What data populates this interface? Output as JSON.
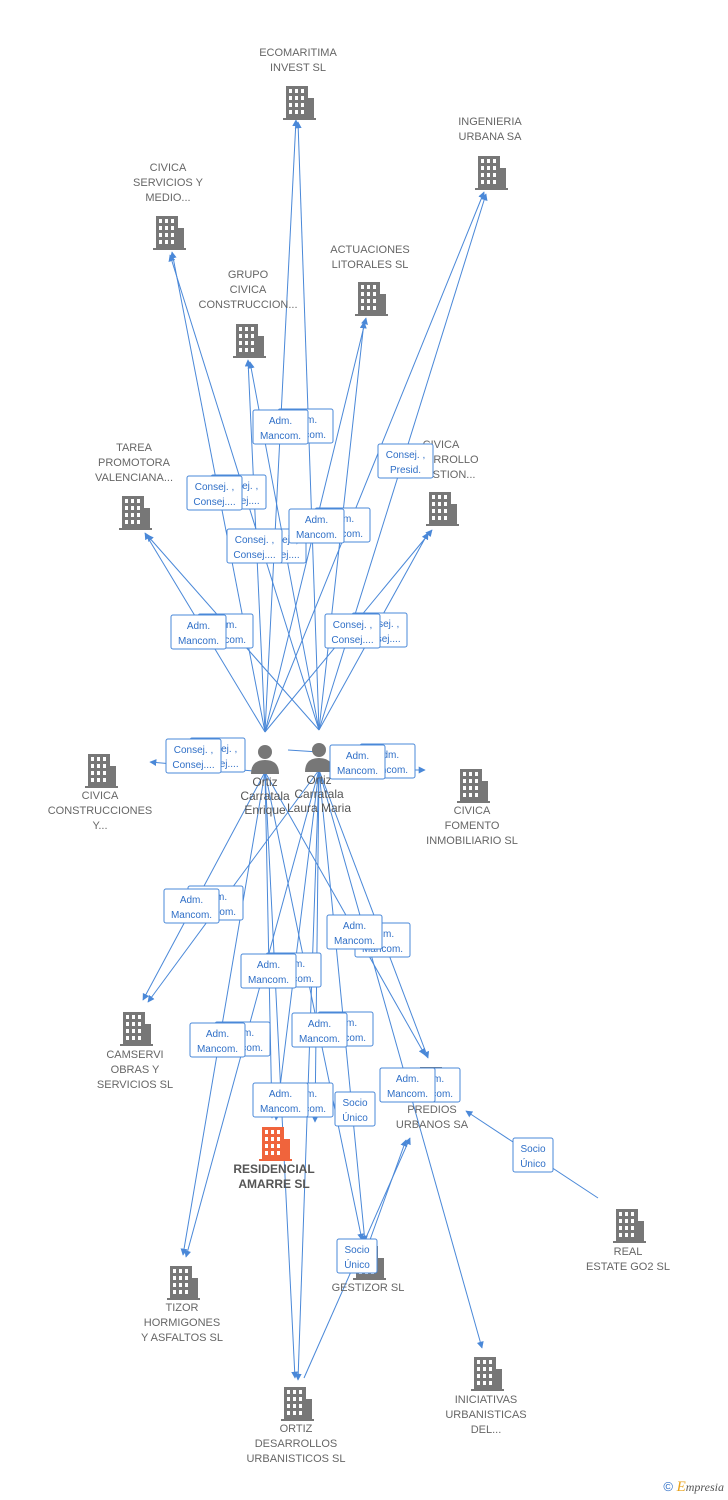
{
  "companies": [
    {
      "id": "ecomaritima",
      "label": [
        "ECOMARITIMA",
        "INVEST SL"
      ]
    },
    {
      "id": "ingenieria",
      "label": [
        "INGENIERIA",
        "URBANA SA"
      ]
    },
    {
      "id": "civica_servicios",
      "label": [
        "CIVICA",
        "SERVICIOS Y",
        "MEDIO..."
      ]
    },
    {
      "id": "actuaciones",
      "label": [
        "ACTUACIONES",
        "LITORALES SL"
      ]
    },
    {
      "id": "grupo_civica",
      "label": [
        "GRUPO",
        "CIVICA",
        "CONSTRUCCION..."
      ]
    },
    {
      "id": "tarea",
      "label": [
        "TAREA",
        "PROMOTORA",
        "VALENCIANA..."
      ]
    },
    {
      "id": "civica_desarrollo",
      "label": [
        "CIVICA",
        "DESARROLLO",
        "Y GESTION..."
      ]
    },
    {
      "id": "civica_construcciones",
      "label": [
        "CIVICA",
        "CONSTRUCCIONES",
        "Y..."
      ]
    },
    {
      "id": "civica_fomento",
      "label": [
        "CIVICA",
        "FOMENTO",
        "INMOBILIARIO SL"
      ]
    },
    {
      "id": "camservi",
      "label": [
        "CAMSERVI",
        "OBRAS Y",
        "SERVICIOS SL"
      ]
    },
    {
      "id": "predios",
      "label": [
        "PREDIOS",
        "URBANOS SA"
      ]
    },
    {
      "id": "residencial",
      "label": [
        "RESIDENCIAL",
        "AMARRE  SL"
      ],
      "focus": true
    },
    {
      "id": "real_estate",
      "label": [
        "REAL",
        "ESTATE GO2  SL"
      ]
    },
    {
      "id": "gestizor",
      "label": [
        "GESTIZOR SL"
      ]
    },
    {
      "id": "tizor",
      "label": [
        "TIZOR",
        "HORMIGONES",
        "Y ASFALTOS SL"
      ]
    },
    {
      "id": "ortiz_desarrollos",
      "label": [
        "ORTIZ",
        "DESARROLLOS",
        "URBANISTICOS SL"
      ]
    },
    {
      "id": "iniciativas",
      "label": [
        "INICIATIVAS",
        "URBANISTICAS",
        "DEL..."
      ]
    }
  ],
  "persons": [
    {
      "id": "enrique",
      "label": [
        "Ortiz",
        "Carratala",
        "Enrique"
      ]
    },
    {
      "id": "laura",
      "label": [
        "Ortiz",
        "Carratala",
        "Laura Maria"
      ]
    }
  ],
  "badges": [
    {
      "text": [
        "Adm.",
        "Mancom."
      ]
    },
    {
      "text": [
        "Adm.",
        "Mancom."
      ]
    },
    {
      "text": [
        "Consej. ,",
        "Presid."
      ]
    },
    {
      "text": [
        "Consej. ,",
        "Consej...."
      ]
    },
    {
      "text": [
        "Consej. ,",
        "Consej...."
      ]
    },
    {
      "text": [
        "Consej. ,",
        "Consej...."
      ]
    },
    {
      "text": [
        "Consej. ,",
        "Consej...."
      ]
    },
    {
      "text": [
        "Adm.",
        "Mancom."
      ]
    },
    {
      "text": [
        "Adm.",
        "Mancom."
      ]
    },
    {
      "text": [
        "Adm.",
        "Mancom."
      ]
    },
    {
      "text": [
        "Adm.",
        "Mancom."
      ]
    },
    {
      "text": [
        "Consej. ,",
        "Consej...."
      ]
    },
    {
      "text": [
        "Consej. ,",
        "Consej...."
      ]
    },
    {
      "text": [
        "Adm.",
        "Mancom."
      ]
    },
    {
      "text": [
        "Adm.",
        "Mancom."
      ]
    },
    {
      "text": [
        "Consej. ,",
        "Consej...."
      ]
    },
    {
      "text": [
        "Consej. ,",
        "Consej...."
      ]
    },
    {
      "text": [
        "Adm.",
        "Mancom."
      ]
    },
    {
      "text": [
        "Adm.",
        "Mancom."
      ]
    },
    {
      "text": [
        "Adm.",
        "Mancom."
      ]
    },
    {
      "text": [
        "Adm.",
        "Mancom."
      ]
    },
    {
      "text": [
        "Adm.",
        "Mancom."
      ]
    },
    {
      "text": [
        "Adm.",
        "Mancom."
      ]
    },
    {
      "text": [
        "Adm.",
        "Mancom."
      ]
    },
    {
      "text": [
        "Adm.",
        "Mancom."
      ]
    },
    {
      "text": [
        "Adm.",
        "Mancom."
      ]
    },
    {
      "text": [
        "Adm.",
        "Mancom."
      ]
    },
    {
      "text": [
        "Adm.",
        "Mancom."
      ]
    },
    {
      "text": [
        "Adm.",
        "Mancom."
      ]
    },
    {
      "text": [
        "Adm.",
        "Mancom."
      ]
    },
    {
      "text": [
        "Adm.",
        "Mancom."
      ]
    },
    {
      "text": [
        "Socio",
        "Único"
      ]
    },
    {
      "text": [
        "Adm.",
        "Mancom."
      ]
    },
    {
      "text": [
        "Socio",
        "Único"
      ]
    },
    {
      "text": [
        "Socio",
        "Único"
      ]
    }
  ],
  "colors": {
    "edge": "#4a88d8",
    "node": "#777777",
    "focus": "#f0643c"
  },
  "footer": {
    "symbol": "©",
    "brand_initial": "E",
    "brand_rest": "mpresia"
  }
}
